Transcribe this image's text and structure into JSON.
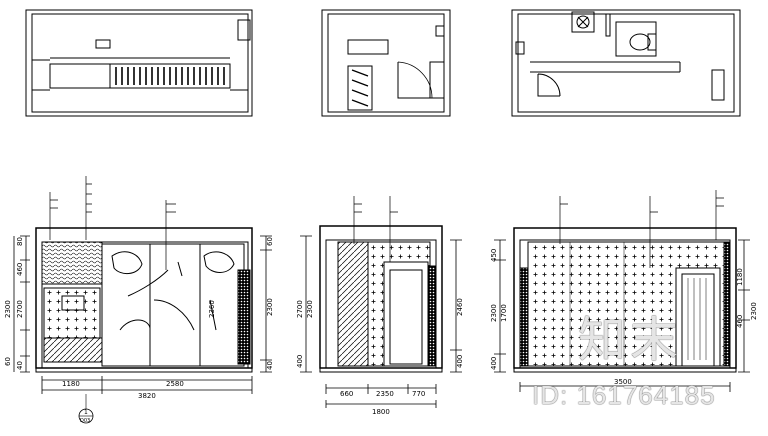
{
  "watermark": {
    "brand": "知末",
    "id_text": "ID: 161764185"
  },
  "elevation_a": {
    "left_dims": [
      "80",
      "460",
      "2300",
      "2700",
      "60",
      "40"
    ],
    "right_dims": [
      "60",
      "2300",
      "40"
    ],
    "inner_dim": "2360",
    "bottom_dims": [
      "1180",
      "2580",
      "3820"
    ],
    "detail_tag": [
      "1",
      "D03"
    ]
  },
  "elevation_b": {
    "left_dims": [
      "2700",
      "2300",
      "400"
    ],
    "right_dims": [
      "2460",
      "400"
    ],
    "bottom_dims": [
      "660",
      "2350",
      "770",
      "1800"
    ]
  },
  "elevation_c": {
    "left_dims": [
      "450",
      "1700",
      "2300",
      "400"
    ],
    "right_dims": [
      "1180",
      "2300",
      "460"
    ],
    "bottom_dims": [
      "3500"
    ]
  }
}
